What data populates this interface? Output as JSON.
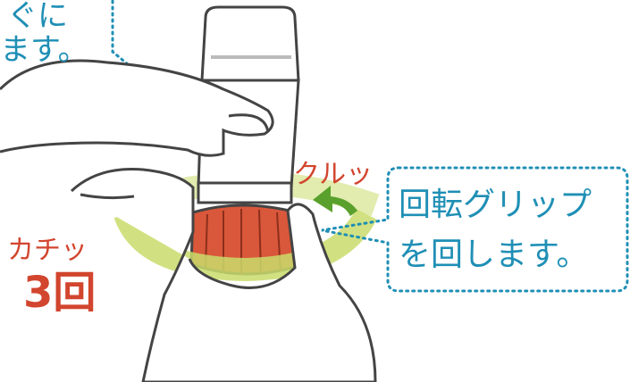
{
  "instruction_top_left": {
    "line1": "ぐに",
    "line2": "ます。"
  },
  "instruction_bottom_right": {
    "line1": "回転グリップ",
    "line2": "を回します。"
  },
  "label_rotate": "クルッ",
  "label_click": "カチッ",
  "label_count": "3回",
  "colors": {
    "callout_text": "#1f8fb5",
    "callout_border": "#1f8fb5",
    "label_red": "#d2452e",
    "grip_orange": "#d9573a",
    "arrow_green": "#c9dc6b",
    "line_gray": "#444444"
  },
  "icons": [
    "inhaler-illustration",
    "hand-illustration",
    "rotation-arrow-icon"
  ]
}
